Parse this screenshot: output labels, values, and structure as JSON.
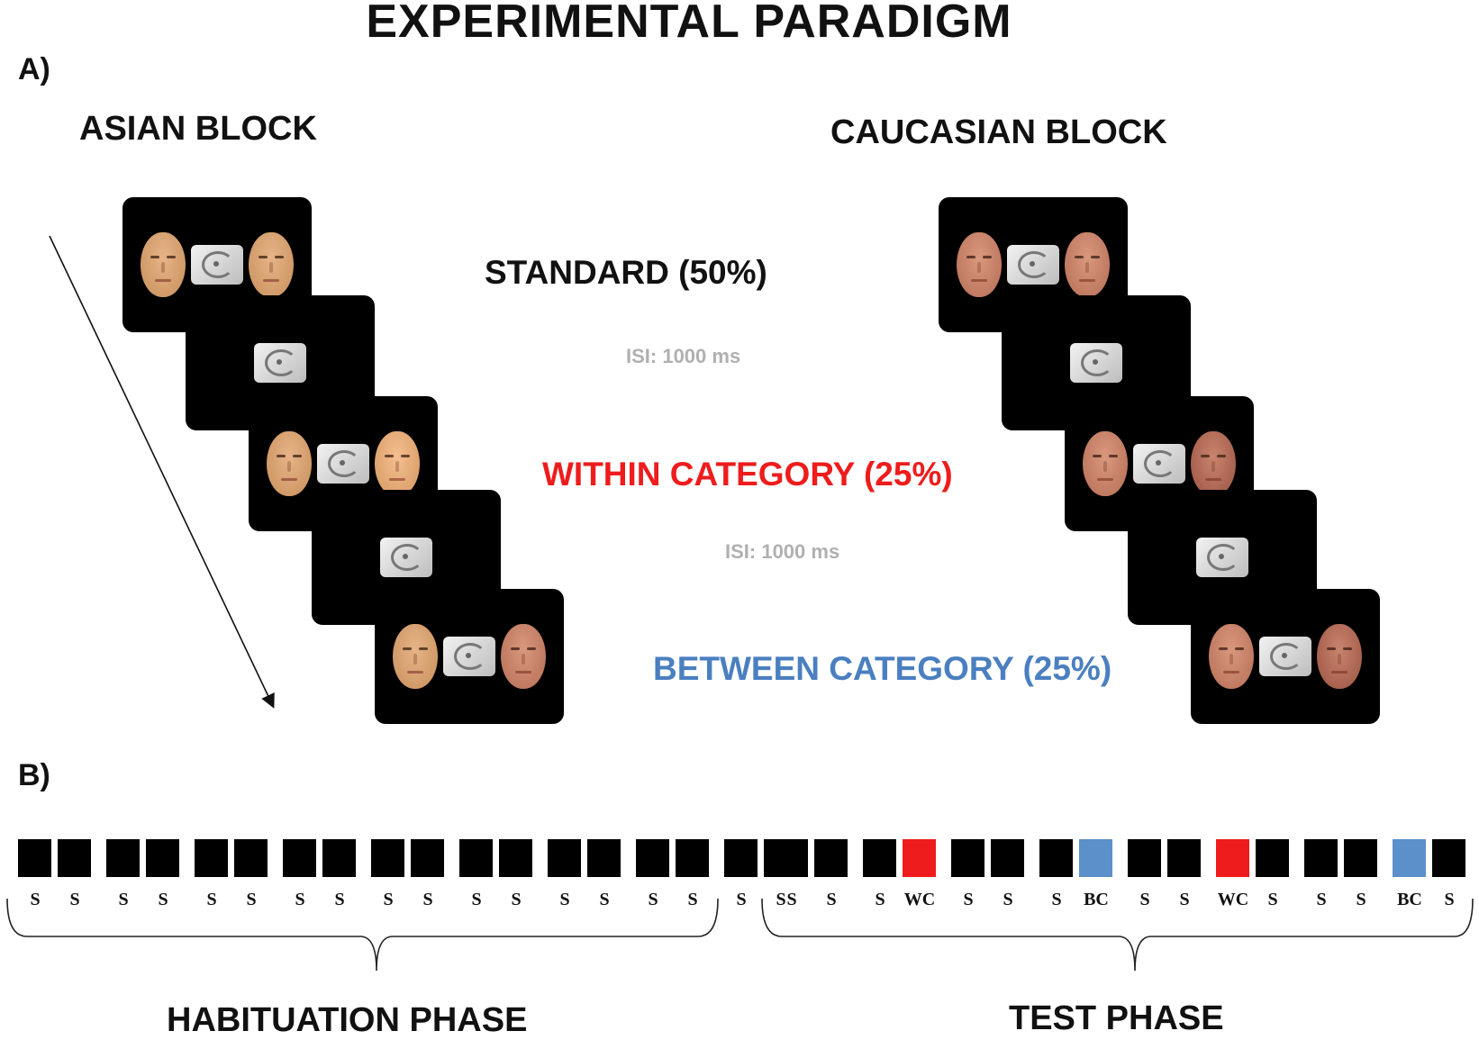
{
  "title": "EXPERIMENTAL PARADIGM",
  "panel_a_label": "A)",
  "panel_b_label": "B)",
  "asian_block_title": "ASIAN BLOCK",
  "caucasian_block_title": "CAUCASIAN BLOCK",
  "conditions": {
    "standard": "STANDARD (50%)",
    "within": "WITHIN CATEGORY (25%)",
    "between": "BETWEEN CATEGORY (25%)",
    "isi_1": "ISI: 1000 ms",
    "isi_2": "ISI: 1000 ms"
  },
  "colors": {
    "within": "#ee1c1c",
    "between": "#4a7fc0",
    "isi": "#b0b0b0"
  },
  "habituation": {
    "label": "HABITUATION PHASE",
    "trials": [
      "S",
      "S",
      "S",
      "S",
      "S",
      "S",
      "S",
      "S",
      "S",
      "S",
      "S",
      "S",
      "S",
      "S",
      "S",
      "S",
      "S",
      "S"
    ]
  },
  "test": {
    "label": "TEST PHASE",
    "trials": [
      "S",
      "S",
      "S",
      "WC",
      "S",
      "S",
      "S",
      "BC",
      "S",
      "S",
      "WC",
      "S",
      "S",
      "S",
      "BC",
      "S"
    ]
  }
}
